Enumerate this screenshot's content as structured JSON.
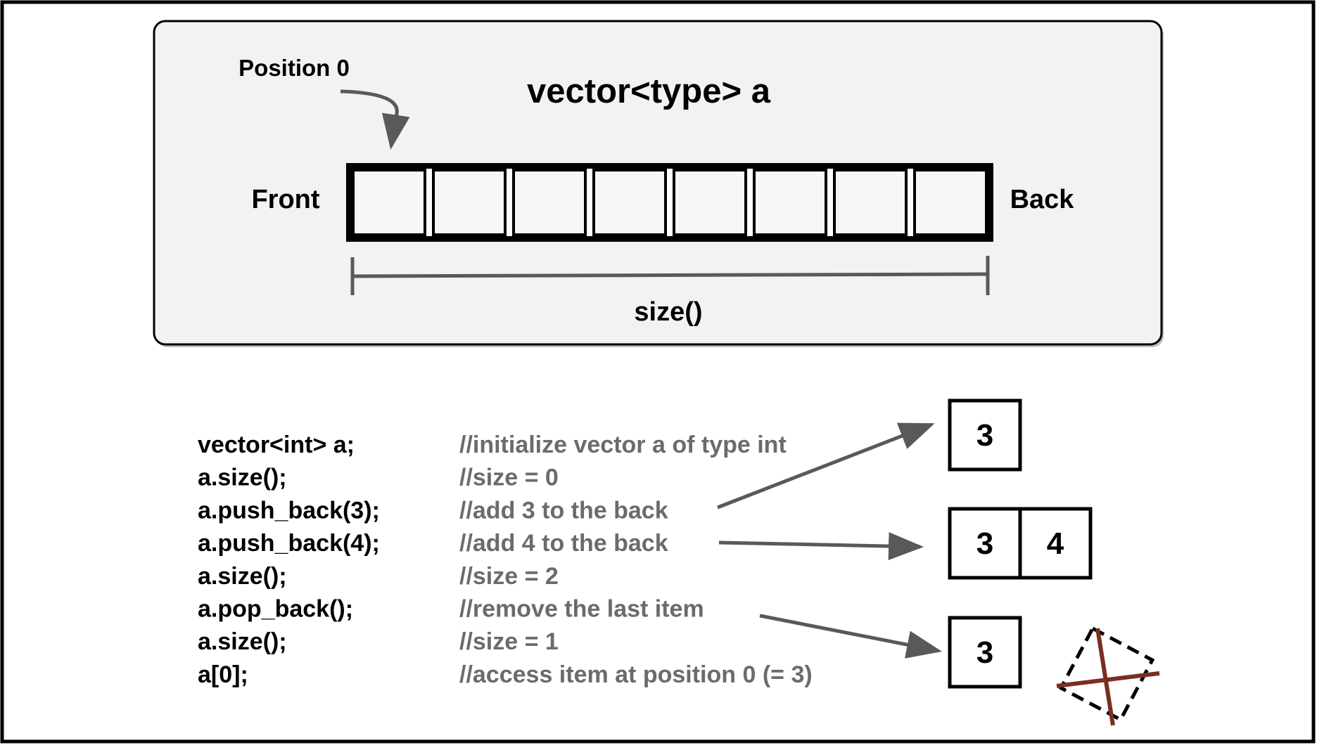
{
  "top_panel": {
    "position_label": "Position 0",
    "title": "vector<type> a",
    "front_label": "Front",
    "back_label": "Back",
    "size_label": "size()",
    "cell_count": 8
  },
  "code_lines": [
    {
      "code": "vector<int> a;",
      "comment": "//initialize vector a of type int"
    },
    {
      "code": "a.size();",
      "comment": "//size = 0"
    },
    {
      "code": "a.push_back(3);",
      "comment": "//add 3 to the back"
    },
    {
      "code": "a.push_back(4);",
      "comment": "//add 4 to the back"
    },
    {
      "code": "a.size();",
      "comment": "//size = 2"
    },
    {
      "code": "a.pop_back();",
      "comment": "//remove the last item"
    },
    {
      "code": "a.size();",
      "comment": "//size = 1"
    },
    {
      "code": "a[0];",
      "comment": "//access item at position 0 (= 3)"
    }
  ],
  "states": [
    {
      "values": [
        "3"
      ]
    },
    {
      "values": [
        "3",
        "4"
      ]
    },
    {
      "values": [
        "3"
      ]
    }
  ],
  "colors": {
    "panel_bg": "#f2f2f2",
    "code": "#000000",
    "comment": "#6b6b6b",
    "arrow": "#595959",
    "cross": "#7a2e22"
  }
}
